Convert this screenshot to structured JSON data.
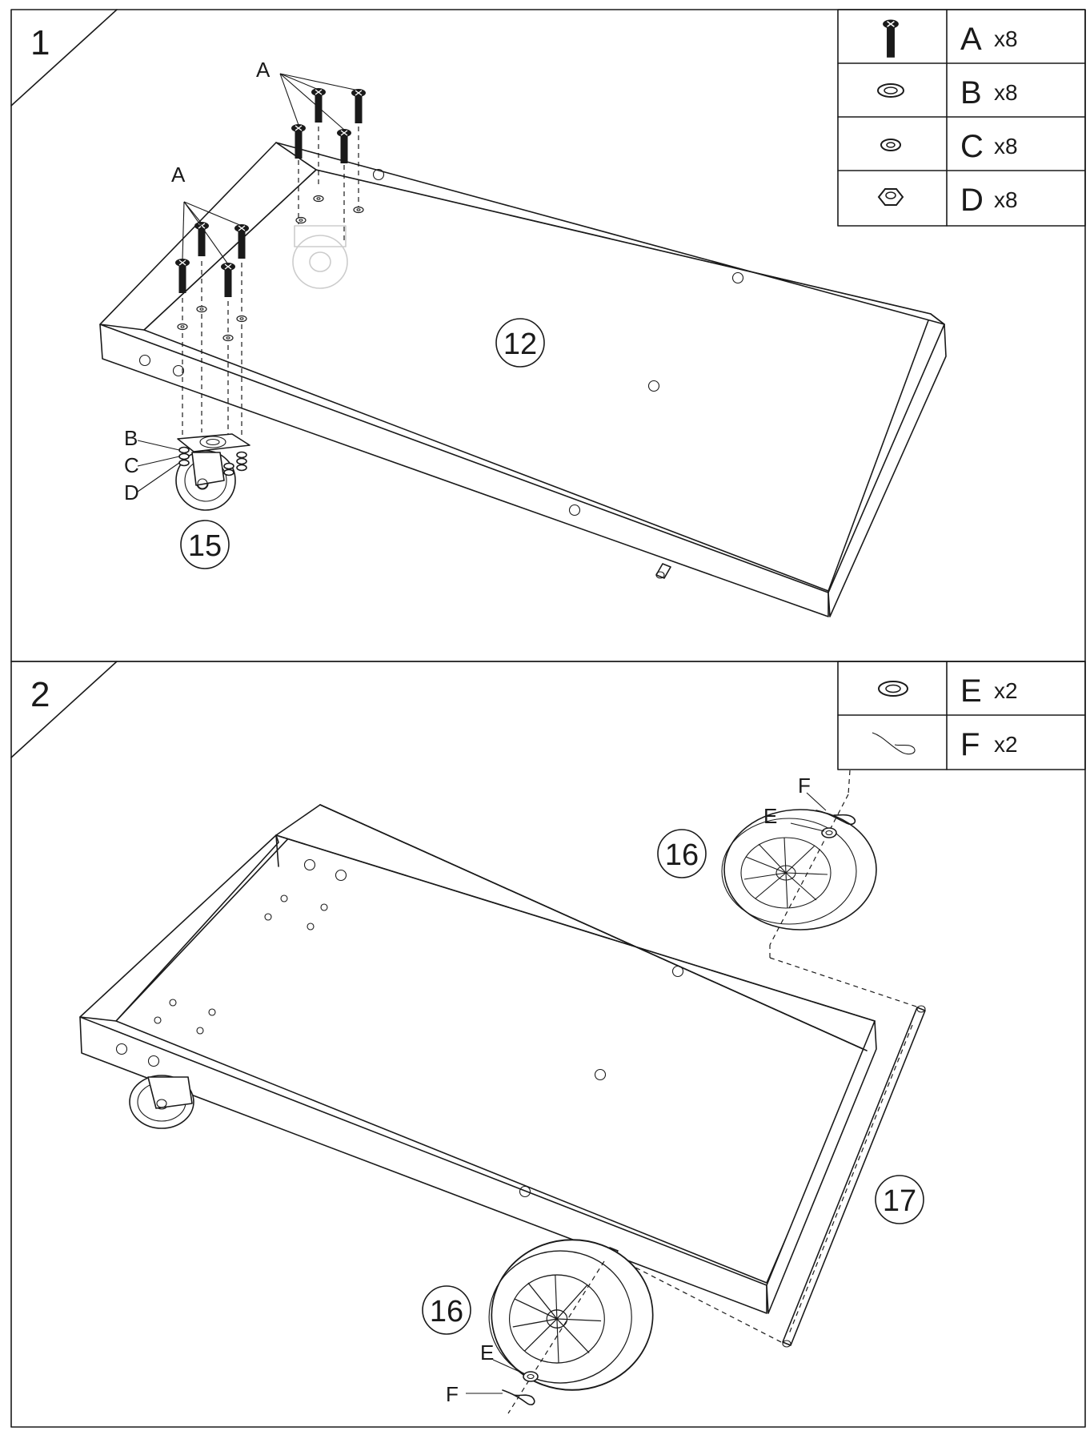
{
  "steps": [
    {
      "number": "1",
      "hardware": [
        {
          "letter": "A",
          "qty": "x8",
          "icon": "screw-icon"
        },
        {
          "letter": "B",
          "qty": "x8",
          "icon": "washer-icon"
        },
        {
          "letter": "C",
          "qty": "x8",
          "icon": "lock-washer-icon"
        },
        {
          "letter": "D",
          "qty": "x8",
          "icon": "hex-nut-icon"
        }
      ],
      "part_callouts": [
        "12",
        "15"
      ],
      "labels": {
        "screws": "A",
        "washer": "B",
        "lock_washer": "C",
        "nut": "D"
      }
    },
    {
      "number": "2",
      "hardware": [
        {
          "letter": "E",
          "qty": "x2",
          "icon": "washer-icon"
        },
        {
          "letter": "F",
          "qty": "x2",
          "icon": "cotter-pin-icon"
        }
      ],
      "part_callouts": [
        "16",
        "16",
        "17"
      ],
      "labels": {
        "washer": "E",
        "pin": "F"
      }
    }
  ]
}
